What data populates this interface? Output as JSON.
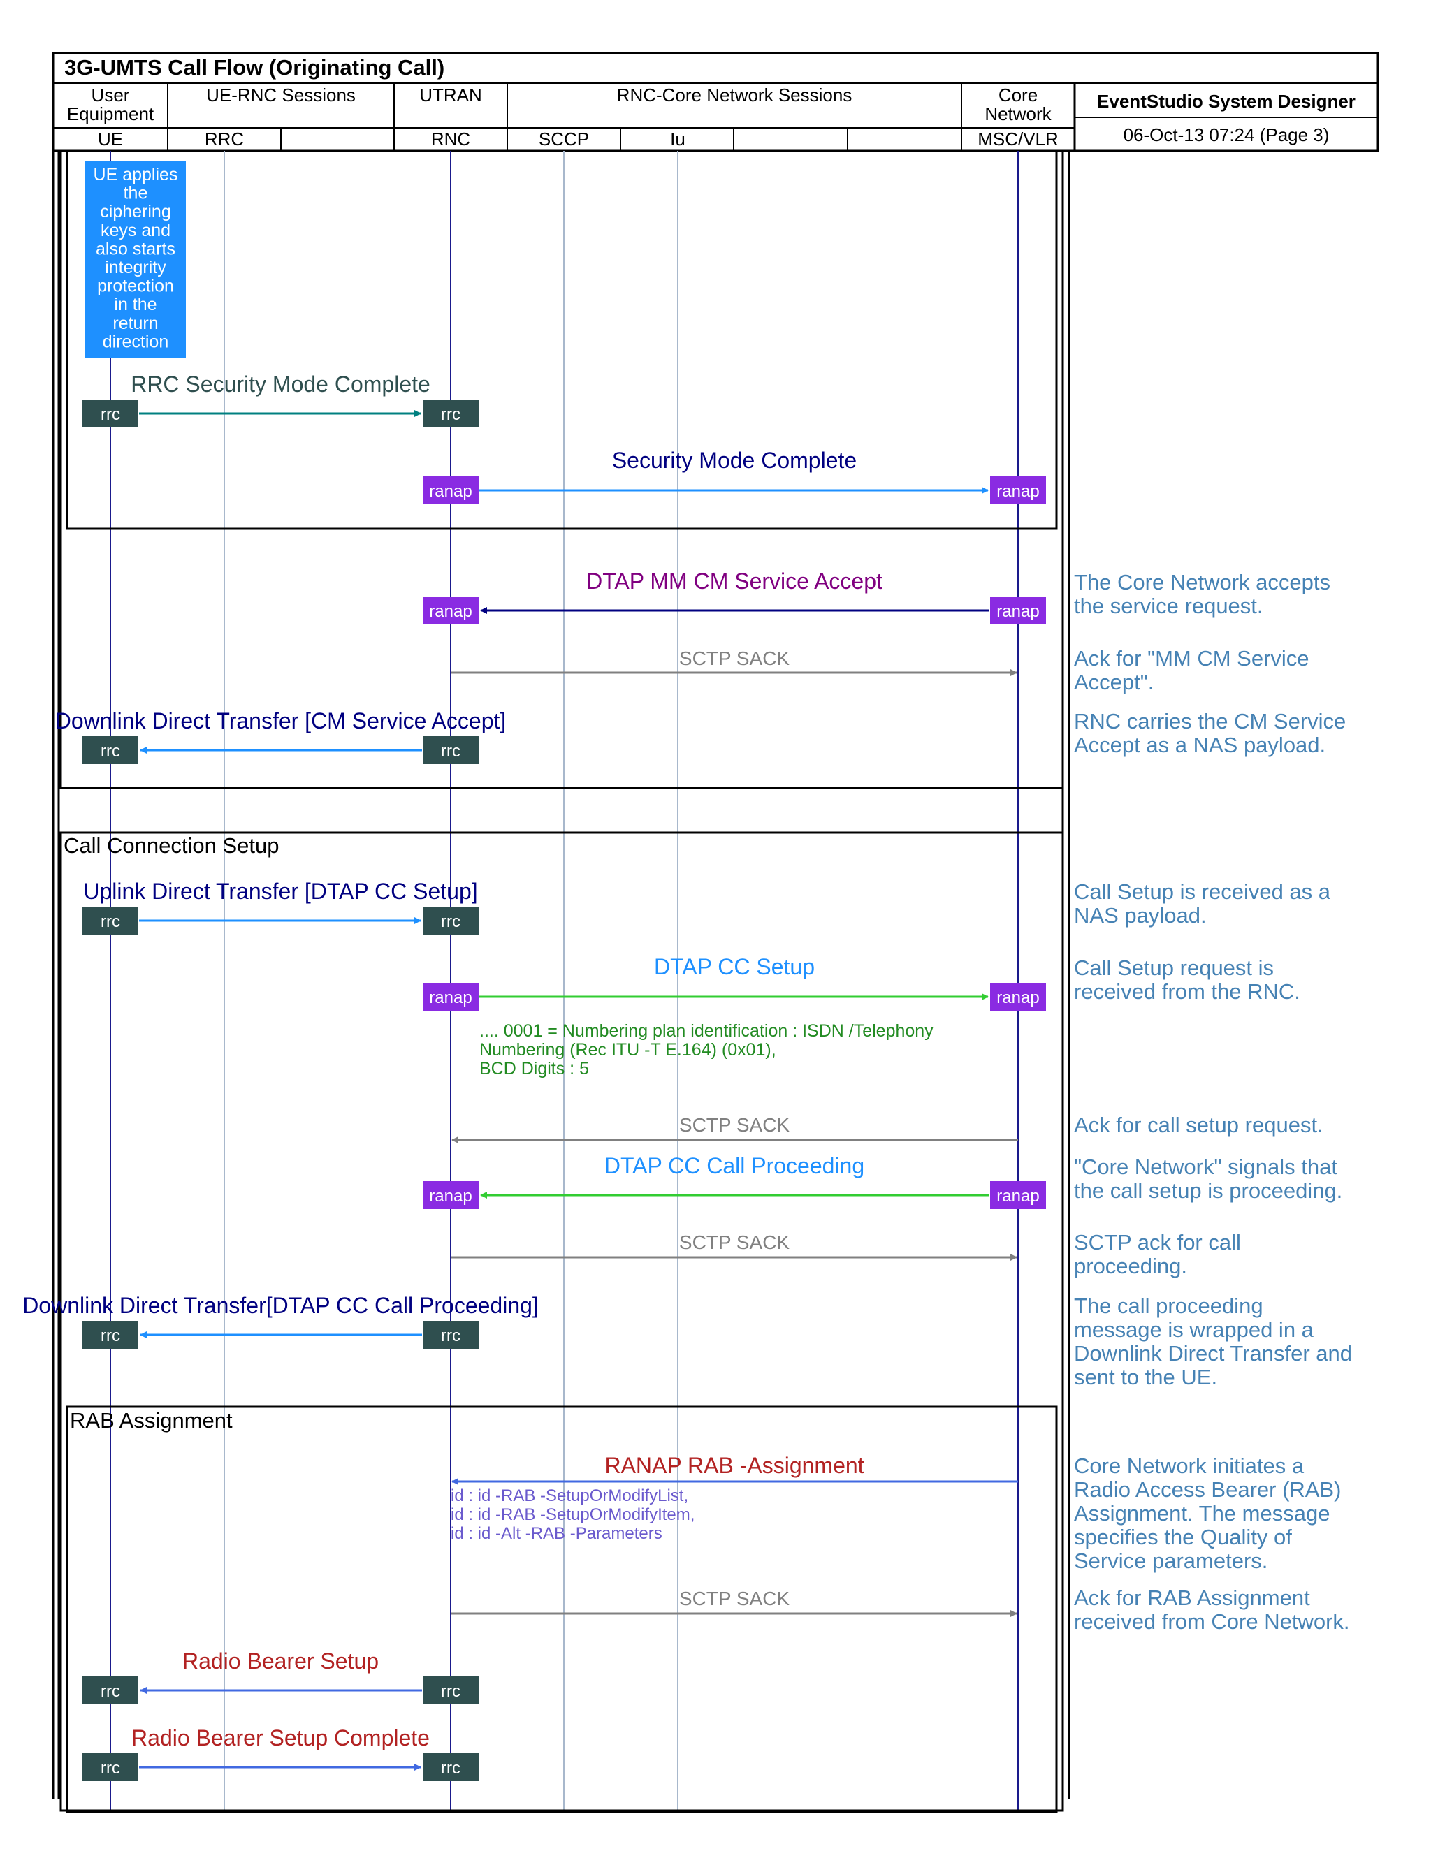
{
  "header": {
    "title": "3G-UMTS Call Flow (Originating Call)",
    "tool": "EventStudio System Designer",
    "date_page": "06-Oct-13 07:24 (Page 3)",
    "groups": [
      {
        "label": [
          "User",
          "Equipment"
        ]
      },
      {
        "label": [
          "UE-RNC Sessions"
        ]
      },
      {
        "label": [
          "UTRAN"
        ]
      },
      {
        "label": [
          "RNC-Core Network Sessions"
        ]
      },
      {
        "label": [
          "Core",
          "Network"
        ]
      }
    ],
    "columns": [
      "UE",
      "RRC",
      "",
      "RNC",
      "SCCP",
      "Iu",
      "",
      "",
      "MSC/VLR"
    ]
  },
  "colors": {
    "lifeline": "#1a1a8c",
    "session_line": "#a8b8cc",
    "rrc_box": "#2f4f4f",
    "ranap_box": "#8a2be2",
    "action_box": "#1e90ff",
    "comment": "#4682b4",
    "sack": "#808080"
  },
  "action": {
    "lines": [
      "UE applies",
      "the",
      "ciphering",
      "keys and",
      "also starts",
      "integrity",
      "protection",
      "in the",
      "return",
      "direction"
    ]
  },
  "sections": {
    "call_setup": "Call Connection Setup",
    "rab": "RAB Assignment"
  },
  "messages": [
    {
      "label": "RRC Security Mode Complete",
      "src_tag": "rrc",
      "dst_tag": "rrc",
      "label_color": "#2f4f4f",
      "arrow_color": "#008080"
    },
    {
      "label": "Security Mode Complete",
      "src_tag": "ranap",
      "dst_tag": "ranap",
      "label_color": "#000080",
      "arrow_color": "#1e90ff"
    },
    {
      "label": "DTAP MM CM Service Accept",
      "src_tag": "ranap",
      "dst_tag": "ranap",
      "label_color": "#800080",
      "arrow_color": "#000080"
    },
    {
      "label": "SCTP SACK",
      "label_color": "#808080",
      "arrow_color": "#808080"
    },
    {
      "label": "Downlink Direct Transfer [CM Service Accept]",
      "src_tag": "rrc",
      "dst_tag": "rrc",
      "label_color": "#000080",
      "arrow_color": "#1e90ff"
    },
    {
      "label": "Uplink Direct Transfer [DTAP CC Setup]",
      "src_tag": "rrc",
      "dst_tag": "rrc",
      "label_color": "#000080",
      "arrow_color": "#1e90ff"
    },
    {
      "label": "DTAP CC Setup",
      "src_tag": "ranap",
      "dst_tag": "ranap",
      "label_color": "#1e90ff",
      "arrow_color": "#32cd32"
    },
    {
      "label": "SCTP SACK",
      "label_color": "#808080",
      "arrow_color": "#808080"
    },
    {
      "label": "DTAP CC Call Proceeding",
      "src_tag": "ranap",
      "dst_tag": "ranap",
      "label_color": "#1e90ff",
      "arrow_color": "#32cd32"
    },
    {
      "label": "SCTP SACK",
      "label_color": "#808080",
      "arrow_color": "#808080"
    },
    {
      "label": "Downlink Direct Transfer[DTAP CC Call Proceeding]",
      "src_tag": "rrc",
      "dst_tag": "rrc",
      "label_color": "#000080",
      "arrow_color": "#1e90ff"
    },
    {
      "label": "RANAP RAB -Assignment",
      "label_color": "#b22222",
      "arrow_color": "#4169e1"
    },
    {
      "label": "SCTP SACK",
      "label_color": "#808080",
      "arrow_color": "#808080"
    },
    {
      "label": "Radio Bearer Setup",
      "src_tag": "rrc",
      "dst_tag": "rrc",
      "label_color": "#b22222",
      "arrow_color": "#4169e1"
    },
    {
      "label": "Radio Bearer Setup Complete",
      "src_tag": "rrc",
      "dst_tag": "rrc",
      "label_color": "#b22222",
      "arrow_color": "#4169e1"
    }
  ],
  "param_notes": {
    "setup_params": [
      ".... 0001 = Numbering plan identification : ISDN /Telephony",
      "Numbering (Rec ITU -T E.164) (0x01),",
      "BCD Digits : 5"
    ],
    "rab_params": [
      "id : id -RAB -SetupOrModifyList,",
      "id : id -RAB -SetupOrModifyItem,",
      "id : id -Alt -RAB -Parameters"
    ]
  },
  "comments": [
    {
      "lines": [
        "The Core Network accepts",
        "the service request."
      ]
    },
    {
      "lines": [
        "Ack for \"MM CM Service",
        "Accept\"."
      ]
    },
    {
      "lines": [
        "RNC carries the CM Service",
        "Accept as a NAS payload."
      ]
    },
    {
      "lines": [
        "Call Setup is received as a",
        "NAS payload."
      ]
    },
    {
      "lines": [
        "Call Setup request is",
        "received from the RNC."
      ]
    },
    {
      "lines": [
        "Ack for call setup request."
      ]
    },
    {
      "lines": [
        "\"Core Network\" signals that",
        "the call setup is proceeding."
      ]
    },
    {
      "lines": [
        "SCTP ack for call",
        "proceeding."
      ]
    },
    {
      "lines": [
        "The call proceeding",
        "message is wrapped in a",
        "Downlink Direct Transfer and",
        "sent to the UE."
      ]
    },
    {
      "lines": [
        "Core Network initiates a",
        "Radio Access Bearer (RAB)",
        "Assignment. The message",
        "specifies the Quality of",
        "Service parameters."
      ]
    },
    {
      "lines": [
        "Ack for RAB Assignment",
        "received from Core Network."
      ]
    }
  ]
}
